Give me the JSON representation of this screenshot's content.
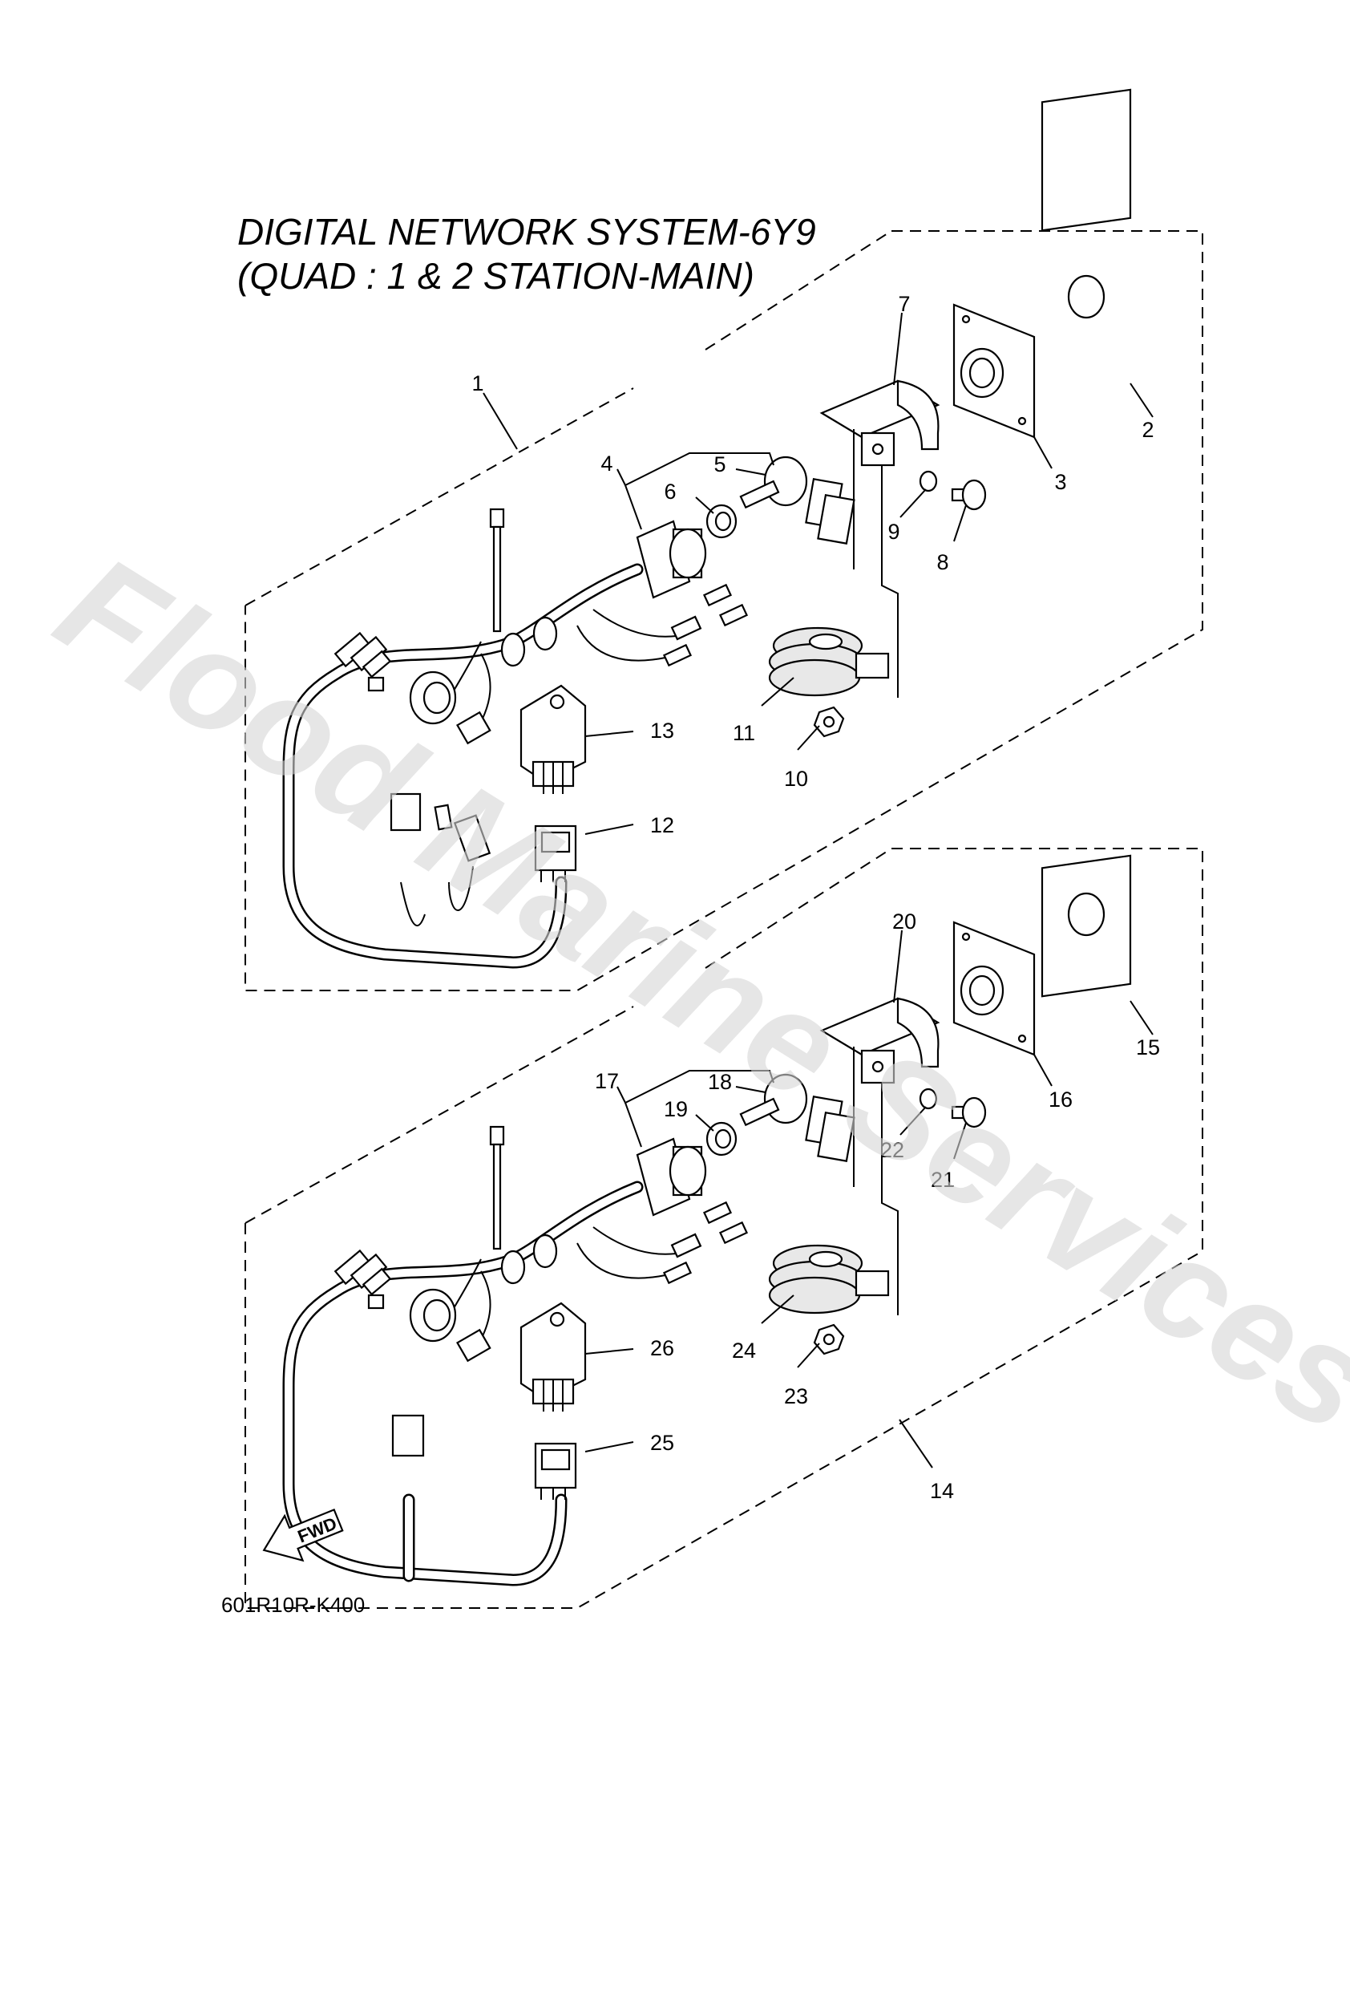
{
  "title": {
    "line1": "DIGITAL NETWORK SYSTEM-6Y9",
    "line2": "(QUAD : 1 & 2 STATION-MAIN)"
  },
  "callouts_upper": [
    "1",
    "2",
    "3",
    "4",
    "5",
    "6",
    "7",
    "8",
    "9",
    "10",
    "11",
    "12",
    "13"
  ],
  "callouts_lower": [
    "14",
    "15",
    "16",
    "17",
    "18",
    "19",
    "20",
    "21",
    "22",
    "23",
    "24",
    "25",
    "26"
  ],
  "fwd_label": "FWD",
  "drawing_code": "601R10R-K400",
  "watermark": "Flood Marine Services",
  "icons": [
    "fwd-arrow-icon"
  ]
}
